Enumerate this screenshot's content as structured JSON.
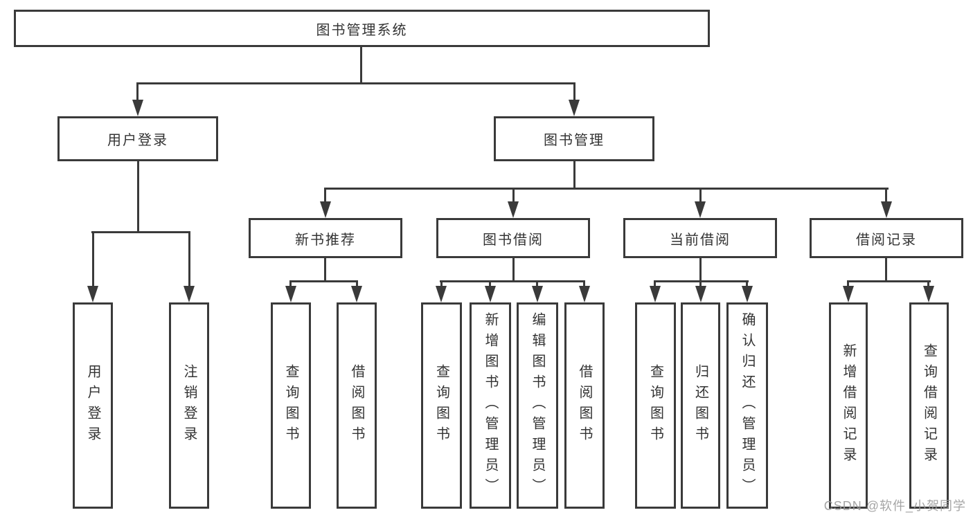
{
  "root": {
    "label": "图书管理系统"
  },
  "branches": [
    {
      "label": "用户登录",
      "children": [
        {
          "label": "用户登录"
        },
        {
          "label": "注销登录"
        }
      ]
    },
    {
      "label": "图书管理",
      "children": [
        {
          "label": "新书推荐",
          "children": [
            {
              "label": "查询图书"
            },
            {
              "label": "借阅图书"
            }
          ]
        },
        {
          "label": "图书借阅",
          "children": [
            {
              "label": "查询图书"
            },
            {
              "label": "新增图书（管理员）"
            },
            {
              "label": "编辑图书（管理员）"
            },
            {
              "label": "借阅图书"
            }
          ]
        },
        {
          "label": "当前借阅",
          "children": [
            {
              "label": "查询图书"
            },
            {
              "label": "归还图书"
            },
            {
              "label": "确认归还（管理员）"
            }
          ]
        },
        {
          "label": "借阅记录",
          "children": [
            {
              "label": "新增借阅记录"
            },
            {
              "label": "查询借阅记录"
            }
          ]
        }
      ]
    }
  ],
  "watermark": "CSDN @软件_小贺同学",
  "colors": {
    "line": "#3a3a3a",
    "text": "#333333",
    "watermark": "#9c9c9c",
    "background": "#ffffff"
  }
}
